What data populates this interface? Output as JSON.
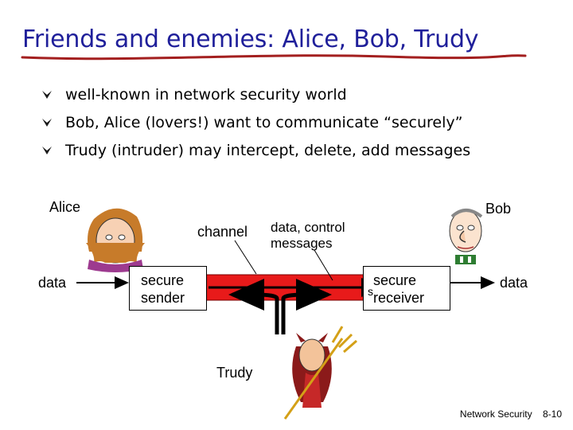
{
  "slide": {
    "title": "Friends and enemies: Alice, Bob, Trudy",
    "bullets": [
      "well-known in network security world",
      "Bob, Alice (lovers!) want to communicate “securely”",
      "Trudy (intruder) may intercept, delete, add messages"
    ]
  },
  "diagram": {
    "alice_label": "Alice",
    "bob_label": "Bob",
    "trudy_label": "Trudy",
    "channel_label": "channel",
    "data_control_label": "data, control\nmessages",
    "data_left": "data",
    "data_right": "data",
    "secure_sender": "secure\nsender",
    "secure_receiver": "secure\nreceiver",
    "receiver_s": "s"
  },
  "footer": {
    "course": "Network Security",
    "page": "8-10"
  },
  "colors": {
    "title": "#1f1f9a",
    "underline": "#a31f1f",
    "channel": "#e81a1a",
    "bullet_mark": "#1a1a1a"
  }
}
